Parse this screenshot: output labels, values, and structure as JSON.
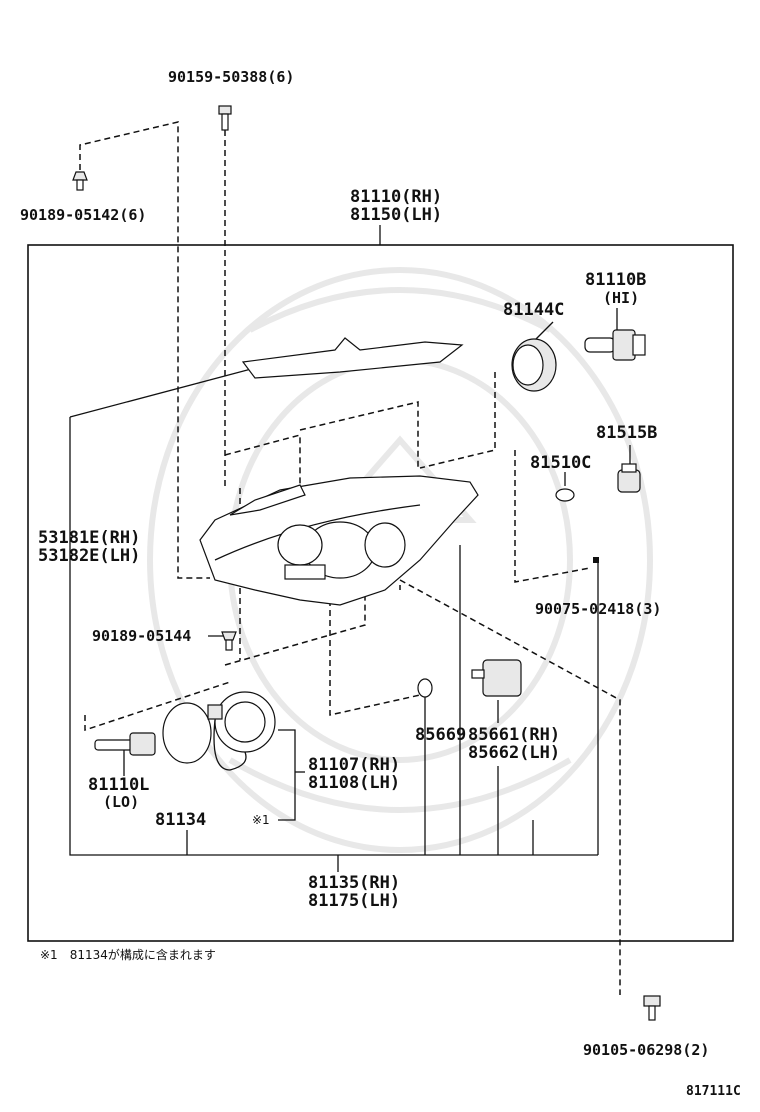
{
  "diagram": {
    "parts": {
      "bolt_top": "90159-50388(6)",
      "clip_left": "90189-05142(6)",
      "assembly_rh": "81110(RH)",
      "assembly_lh": "81150(LH)",
      "bulb_hi_num": "81110B",
      "bulb_hi_sub": "(HI)",
      "socket_cover": "81144C",
      "side_bulb": "81515B",
      "wedge_bulb": "81510C",
      "bracket_rh": "53181E(RH)",
      "bracket_lh": "53182E(LH)",
      "screw_nut": "90075-02418(3)",
      "clip_lower": "90189-05144",
      "o_ring": "85669",
      "actuator_rh": "85661(RH)",
      "actuator_lh": "85662(LH)",
      "ballast_rh": "81107(RH)",
      "ballast_lh": "81108(LH)",
      "bulb_lo_num": "81110L",
      "bulb_lo_sub": "(LO)",
      "gasket": "81134",
      "ref_mark": "※1",
      "unit_rh": "81135(RH)",
      "unit_lh": "81175(LH)",
      "screw_bottom": "90105-06298(2)"
    },
    "footnote": "※1　81134が構成に含まれます",
    "figure_code": "817111C"
  }
}
